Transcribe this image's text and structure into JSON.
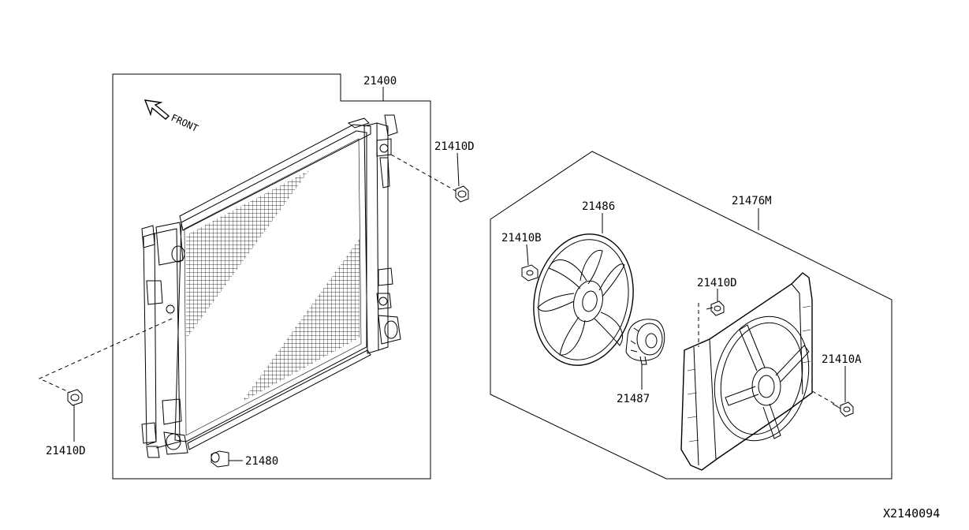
{
  "diagram_id": "X2140094",
  "front_label": "FRONT",
  "parts": {
    "radiator_assembly": "21400",
    "bolt_radiator_top": "21410D",
    "bolt_radiator_left": "21410D",
    "radiator_cap": "21480",
    "fan_shroud_assembly": "21476M",
    "fan": "21486",
    "fan_nut": "21410B",
    "fan_motor": "21487",
    "bolt_shroud_top": "21410D",
    "bolt_shroud_right": "21410A"
  }
}
